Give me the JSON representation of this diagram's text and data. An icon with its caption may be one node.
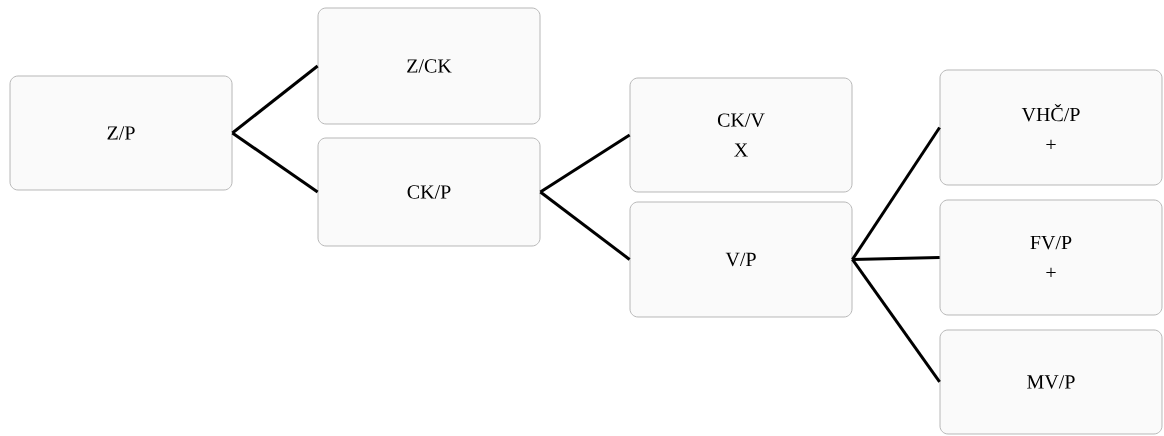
{
  "diagram": {
    "nodes": [
      {
        "text": [
          "Z/P"
        ]
      },
      {
        "text": [
          "Z/CK"
        ]
      },
      {
        "text": [
          "CK/P"
        ]
      },
      {
        "text": [
          "CK/V",
          "X"
        ]
      },
      {
        "text": [
          "V/P"
        ]
      },
      {
        "text": [
          "VHČ/P",
          "+"
        ]
      },
      {
        "text": [
          "FV/P",
          "+"
        ]
      },
      {
        "text": [
          "MV/P"
        ]
      }
    ],
    "edges": [
      {
        "from": 0,
        "to": 1,
        "arrow": "none"
      },
      {
        "from": 0,
        "to": 2,
        "arrow": "none"
      },
      {
        "from": 2,
        "to": 3,
        "arrow": "none"
      },
      {
        "from": 2,
        "to": 4,
        "arrow": "none"
      },
      {
        "from": 4,
        "to": 5,
        "arrow": "none"
      },
      {
        "from": 4,
        "to": 6,
        "arrow": "none"
      },
      {
        "from": 4,
        "to": 7,
        "arrow": "none"
      }
    ]
  }
}
